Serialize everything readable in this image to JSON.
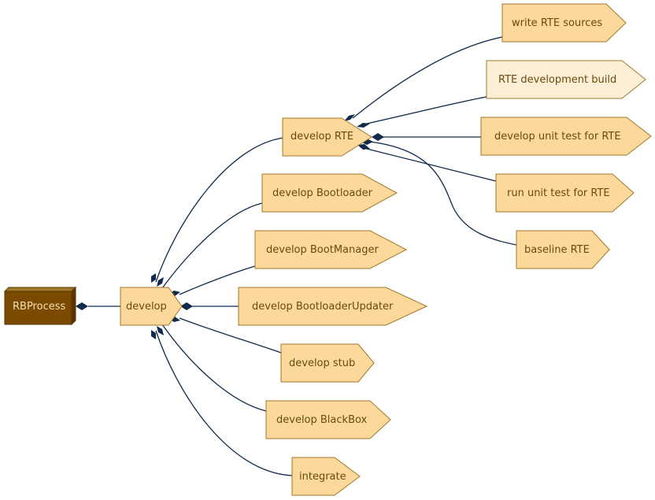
{
  "colors": {
    "node_fill": "#fcd99b",
    "node_fill_light": "#fdefd6",
    "node_stroke": "#a0782a",
    "root_fill": "#7a4a00",
    "root_side": "#5a3500",
    "root_text": "#f5deb3",
    "node_text": "#6b4a0f",
    "edge": "#0f2a4a"
  },
  "nodes": {
    "rbprocess": "RBProcess",
    "develop": "develop",
    "develop_rte": "develop RTE",
    "develop_bootloader": "develop Bootloader",
    "develop_bootmanager": "develop BootManager",
    "develop_bootloaderupdater": "develop BootloaderUpdater",
    "develop_stub": "develop stub",
    "develop_blackbox": "develop BlackBox",
    "integrate": "integrate",
    "write_rte_sources": "write RTE sources",
    "rte_development_build": "RTE development build",
    "develop_unit_test_rte": "develop unit test for RTE",
    "run_unit_test_rte": "run unit test for RTE",
    "baseline_rte": "baseline RTE"
  }
}
